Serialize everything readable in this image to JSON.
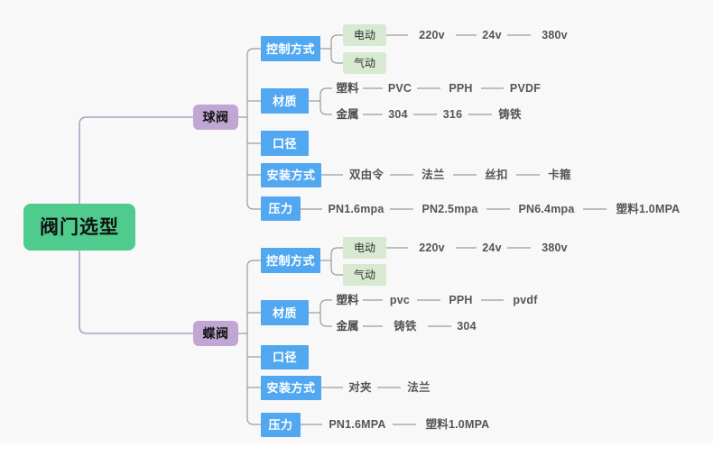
{
  "diagram": {
    "title": "阀门选型",
    "type": "mindmap",
    "background": "#f8f8f9",
    "colors": {
      "root": "#4ecb8d",
      "branch": "#c0a6d2",
      "topic": "#51a8f0",
      "sub": "#d7ead1",
      "leaf_text": "#555555",
      "branch_link": "#b49ec6",
      "topic_link": "#9a9a9a"
    },
    "root": {
      "label": "阀门选型"
    },
    "branches": [
      {
        "label": "球阀",
        "topics": [
          {
            "label": "控制方式",
            "subs": [
              {
                "label": "电动",
                "leaves": [
                  "220v",
                  "24v",
                  "380v"
                ]
              },
              {
                "label": "气动",
                "leaves": []
              }
            ]
          },
          {
            "label": "材质",
            "subs": [
              {
                "label": "塑料",
                "leaves": [
                  "PVC",
                  "PPH",
                  "PVDF"
                ]
              },
              {
                "label": "金属",
                "leaves": [
                  "304",
                  "316",
                  "铸铁"
                ]
              }
            ]
          },
          {
            "label": "口径",
            "subs": []
          },
          {
            "label": "安装方式",
            "leaves": [
              "双由令",
              "法兰",
              "丝扣",
              "卡箍"
            ]
          },
          {
            "label": "压力",
            "leaves": [
              "PN1.6mpa",
              "PN2.5mpa",
              "PN6.4mpa",
              "塑料1.0MPA"
            ]
          }
        ]
      },
      {
        "label": "蝶阀",
        "topics": [
          {
            "label": "控制方式",
            "subs": [
              {
                "label": "电动",
                "leaves": [
                  "220v",
                  "24v",
                  "380v"
                ]
              },
              {
                "label": "气动",
                "leaves": []
              }
            ]
          },
          {
            "label": "材质",
            "subs": [
              {
                "label": "塑料",
                "leaves": [
                  "pvc",
                  "PPH",
                  "pvdf"
                ]
              },
              {
                "label": "金属",
                "leaves": [
                  "铸铁",
                  "304"
                ]
              }
            ]
          },
          {
            "label": "口径",
            "subs": []
          },
          {
            "label": "安装方式",
            "leaves": [
              "对夹",
              "法兰"
            ]
          },
          {
            "label": "压力",
            "leaves": [
              "PN1.6MPA",
              "塑料1.0MPA"
            ]
          }
        ]
      }
    ]
  }
}
